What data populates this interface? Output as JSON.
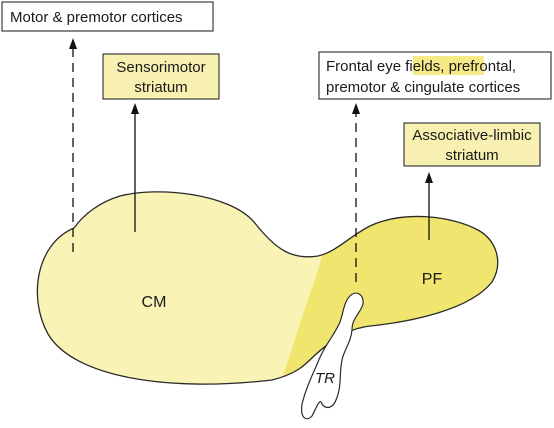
{
  "labels": {
    "motor_box": "Motor & premotor cortices",
    "sensorimotor_line1": "Sensorimotor",
    "sensorimotor_line2": "striatum",
    "frontal_line1_a": "Frontal eye fields, ",
    "frontal_line1_b": "prefrontal,",
    "frontal_line2": "premotor & cingulate cortices",
    "assoc_line1": "Associative-limbic",
    "assoc_line2": "striatum",
    "cm": "CM",
    "pf": "PF",
    "tr": "TR"
  },
  "colors": {
    "cm_fill": "#f9f3b6",
    "pf_fill": "#f0e56e",
    "label_box_fill": "#f8f0b0",
    "outline": "#2a2a2a"
  }
}
